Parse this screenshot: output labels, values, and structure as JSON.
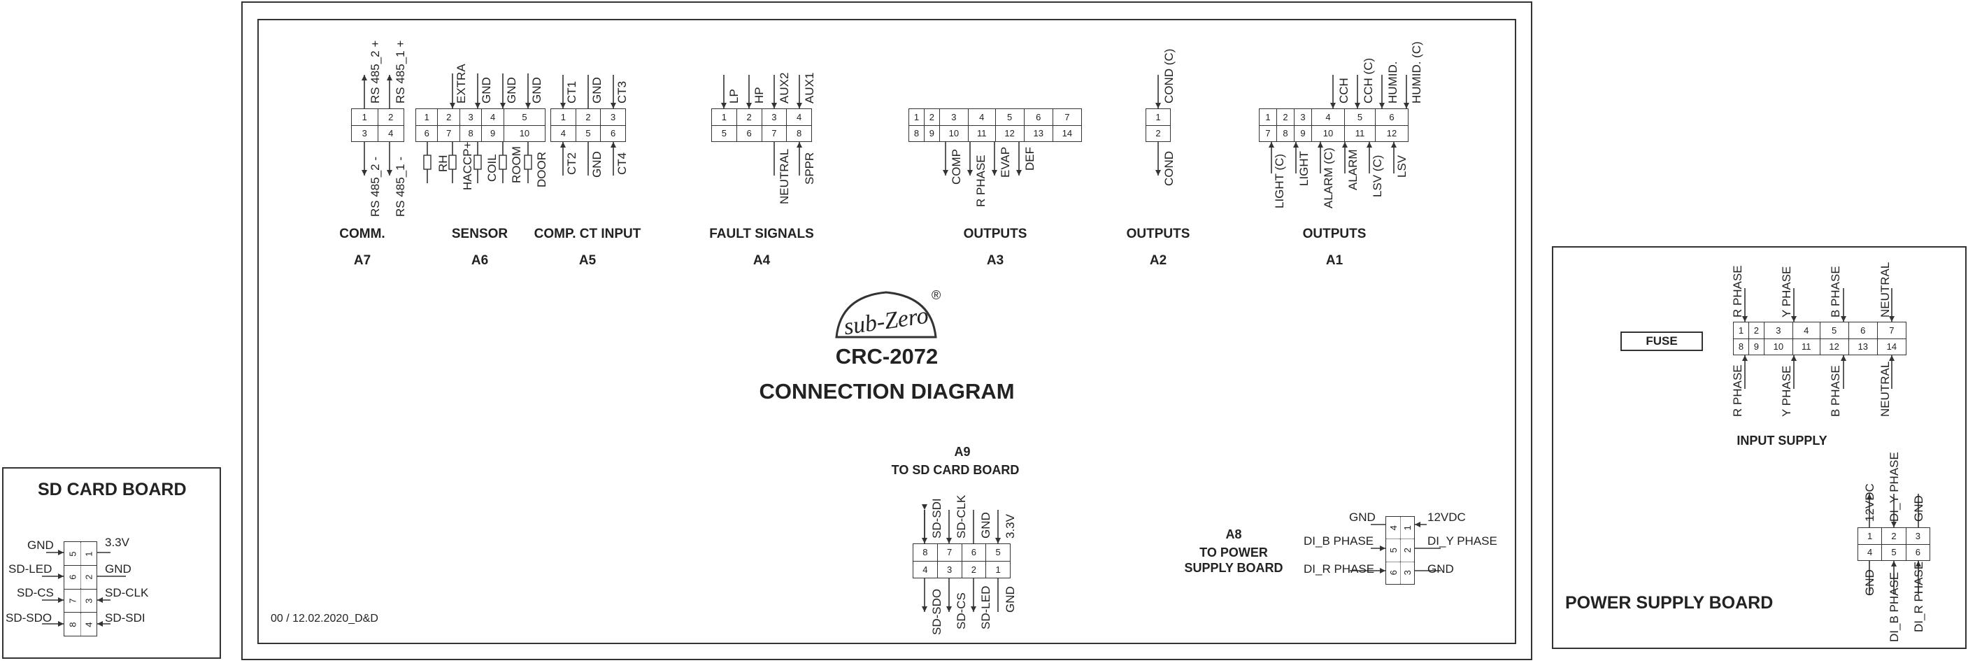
{
  "main": {
    "title": "CRC-2072",
    "subtitle": "CONNECTION DIAGRAM",
    "version": "00 / 12.02.2020_D&D",
    "logo_text": "sub-Zero",
    "logo_mark": "®"
  },
  "connectors": {
    "a7": {
      "group": "COMM.",
      "id": "A7",
      "top": [
        "1",
        "2"
      ],
      "bottom": [
        "3",
        "4"
      ],
      "labels_top": [
        "RS 485_2 +",
        "RS 485_1 +"
      ],
      "labels_bottom": [
        "RS 485_2 -",
        "RS 485_1 -"
      ]
    },
    "a6": {
      "group": "SENSOR",
      "id": "A6",
      "top": [
        "1",
        "2",
        "3",
        "4",
        "5"
      ],
      "bottom": [
        "6",
        "7",
        "8",
        "9",
        "10"
      ],
      "labels_top": [
        "EXTRA",
        "GND",
        "GND",
        "GND"
      ],
      "labels_bottom": [
        "RH",
        "HACCP+",
        "COIL",
        "ROOM",
        "DOOR"
      ]
    },
    "a5": {
      "group": "COMP. CT INPUT",
      "id": "A5",
      "top": [
        "1",
        "2",
        "3"
      ],
      "bottom": [
        "4",
        "5",
        "6"
      ],
      "labels_top": [
        "CT1",
        "GND",
        "CT3"
      ],
      "labels_bottom": [
        "CT2",
        "GND",
        "CT4"
      ]
    },
    "a4": {
      "group": "FAULT SIGNALS",
      "id": "A4",
      "top": [
        "1",
        "2",
        "3",
        "4"
      ],
      "bottom": [
        "5",
        "6",
        "7",
        "8"
      ],
      "labels_top": [
        "LP",
        "HP",
        "AUX2",
        "AUX1"
      ],
      "labels_bottom": [
        "NEUTRAL",
        "SPPR"
      ]
    },
    "a3": {
      "group": "OUTPUTS",
      "id": "A3",
      "top": [
        "1",
        "2",
        "3",
        "4",
        "5",
        "6",
        "7"
      ],
      "bottom": [
        "8",
        "9",
        "10",
        "11",
        "12",
        "13",
        "14"
      ],
      "labels_bottom": [
        "COMP",
        "R PHASE",
        "EVAP",
        "DEF"
      ]
    },
    "a2": {
      "group": "OUTPUTS",
      "id": "A2",
      "top": [
        "1"
      ],
      "bottom": [
        "2"
      ],
      "labels_top": [
        "COND (C)"
      ],
      "labels_bottom": [
        "COND"
      ]
    },
    "a1": {
      "group": "OUTPUTS",
      "id": "A1",
      "top": [
        "1",
        "2",
        "3",
        "4",
        "5",
        "6"
      ],
      "bottom": [
        "7",
        "8",
        "9",
        "10",
        "11",
        "12"
      ],
      "labels_top": [
        "CCH",
        "CCH (C)",
        "HUMID.",
        "HUMID. (C)"
      ],
      "labels_bottom": [
        "LIGHT (C)",
        "LIGHT",
        "ALARM (C)",
        "ALARM",
        "LSV (C)",
        "LSV"
      ]
    },
    "a9": {
      "id": "A9",
      "title": "TO SD CARD BOARD",
      "top": [
        "8",
        "7",
        "6",
        "5"
      ],
      "bottom": [
        "4",
        "3",
        "2",
        "1"
      ],
      "labels_top": [
        "SD-SDI",
        "SD-CLK",
        "GND",
        "3.3V"
      ],
      "labels_bottom": [
        "SD-SDO",
        "SD-CS",
        "SD-LED",
        "GND"
      ]
    },
    "a8": {
      "id": "A8",
      "title_1": "TO POWER",
      "title_2": "SUPPLY BOARD",
      "left": [
        "4",
        "5",
        "6"
      ],
      "right": [
        "1",
        "2",
        "3"
      ],
      "labels_left": [
        "GND",
        "DI_B PHASE",
        "DI_R PHASE"
      ],
      "labels_right": [
        "12VDC",
        "DI_Y PHASE",
        "GND"
      ]
    }
  },
  "sd_card_board": {
    "title": "SD CARD BOARD",
    "left": [
      "5",
      "6",
      "7",
      "8"
    ],
    "right": [
      "1",
      "2",
      "3",
      "4"
    ],
    "labels_left": [
      "GND",
      "SD-LED",
      "SD-CS",
      "SD-SDO"
    ],
    "labels_right": [
      "3.3V",
      "GND",
      "SD-CLK",
      "SD-SDI"
    ]
  },
  "power_supply_board": {
    "title": "POWER SUPPLY BOARD",
    "fuse": "FUSE",
    "input_supply": "INPUT SUPPLY",
    "input_top": [
      "1",
      "2",
      "3",
      "4",
      "5",
      "6",
      "7"
    ],
    "input_bottom": [
      "8",
      "9",
      "10",
      "11",
      "12",
      "13",
      "14"
    ],
    "labels_top": [
      "R PHASE",
      "Y PHASE",
      "B PHASE",
      "NEUTRAL"
    ],
    "labels_bottom": [
      "R PHASE",
      "Y PHASE",
      "B PHASE",
      "NEUTRAL"
    ],
    "out_top": [
      "1",
      "2",
      "3"
    ],
    "out_bottom": [
      "4",
      "5",
      "6"
    ],
    "out_labels_top": [
      "12VDC",
      "DI_Y PHASE",
      "GND"
    ],
    "out_labels_bottom": [
      "GND",
      "DI_B PHASE",
      "DI_R PHASE"
    ]
  }
}
